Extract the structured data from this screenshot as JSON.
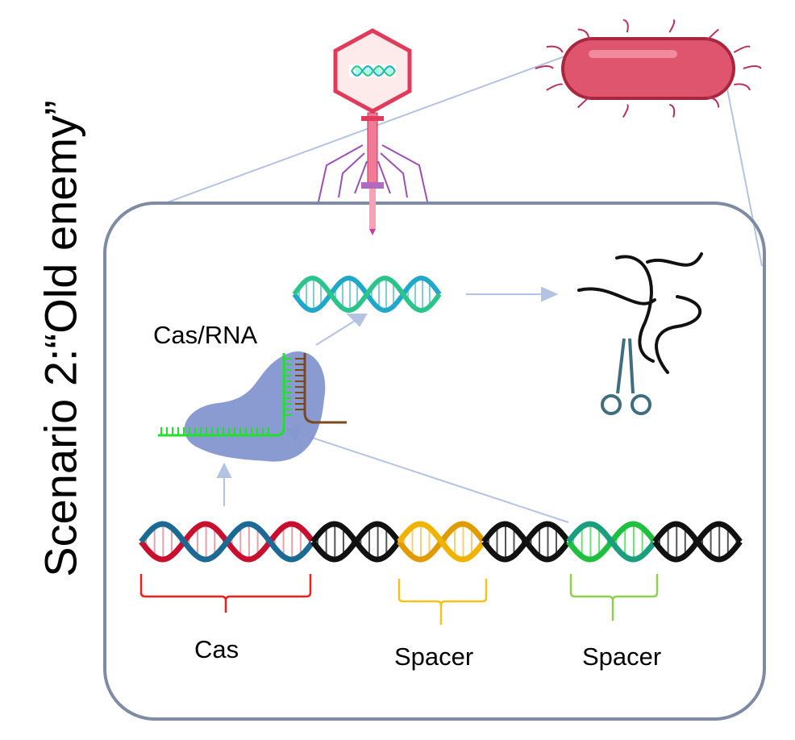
{
  "title": "Scenario 2:“Old enemy”",
  "labels": {
    "cas_rna": "Cas/RNA",
    "cas": "Cas",
    "spacer_1": "Spacer",
    "spacer_2": "Spacer"
  },
  "colors": {
    "cell_border": "#7f8aa3",
    "arrow": "#b4c3e2",
    "cas_protein": "#8496cf",
    "crrna": "#22e02a",
    "target_strand": "#7a4a1c",
    "bacterium": "#e0556e",
    "phage": "#e23a5a",
    "cas_bracket": "#e8231c",
    "spacer1_bracket": "#f5c21b",
    "spacer2_bracket": "#8fd14f"
  }
}
